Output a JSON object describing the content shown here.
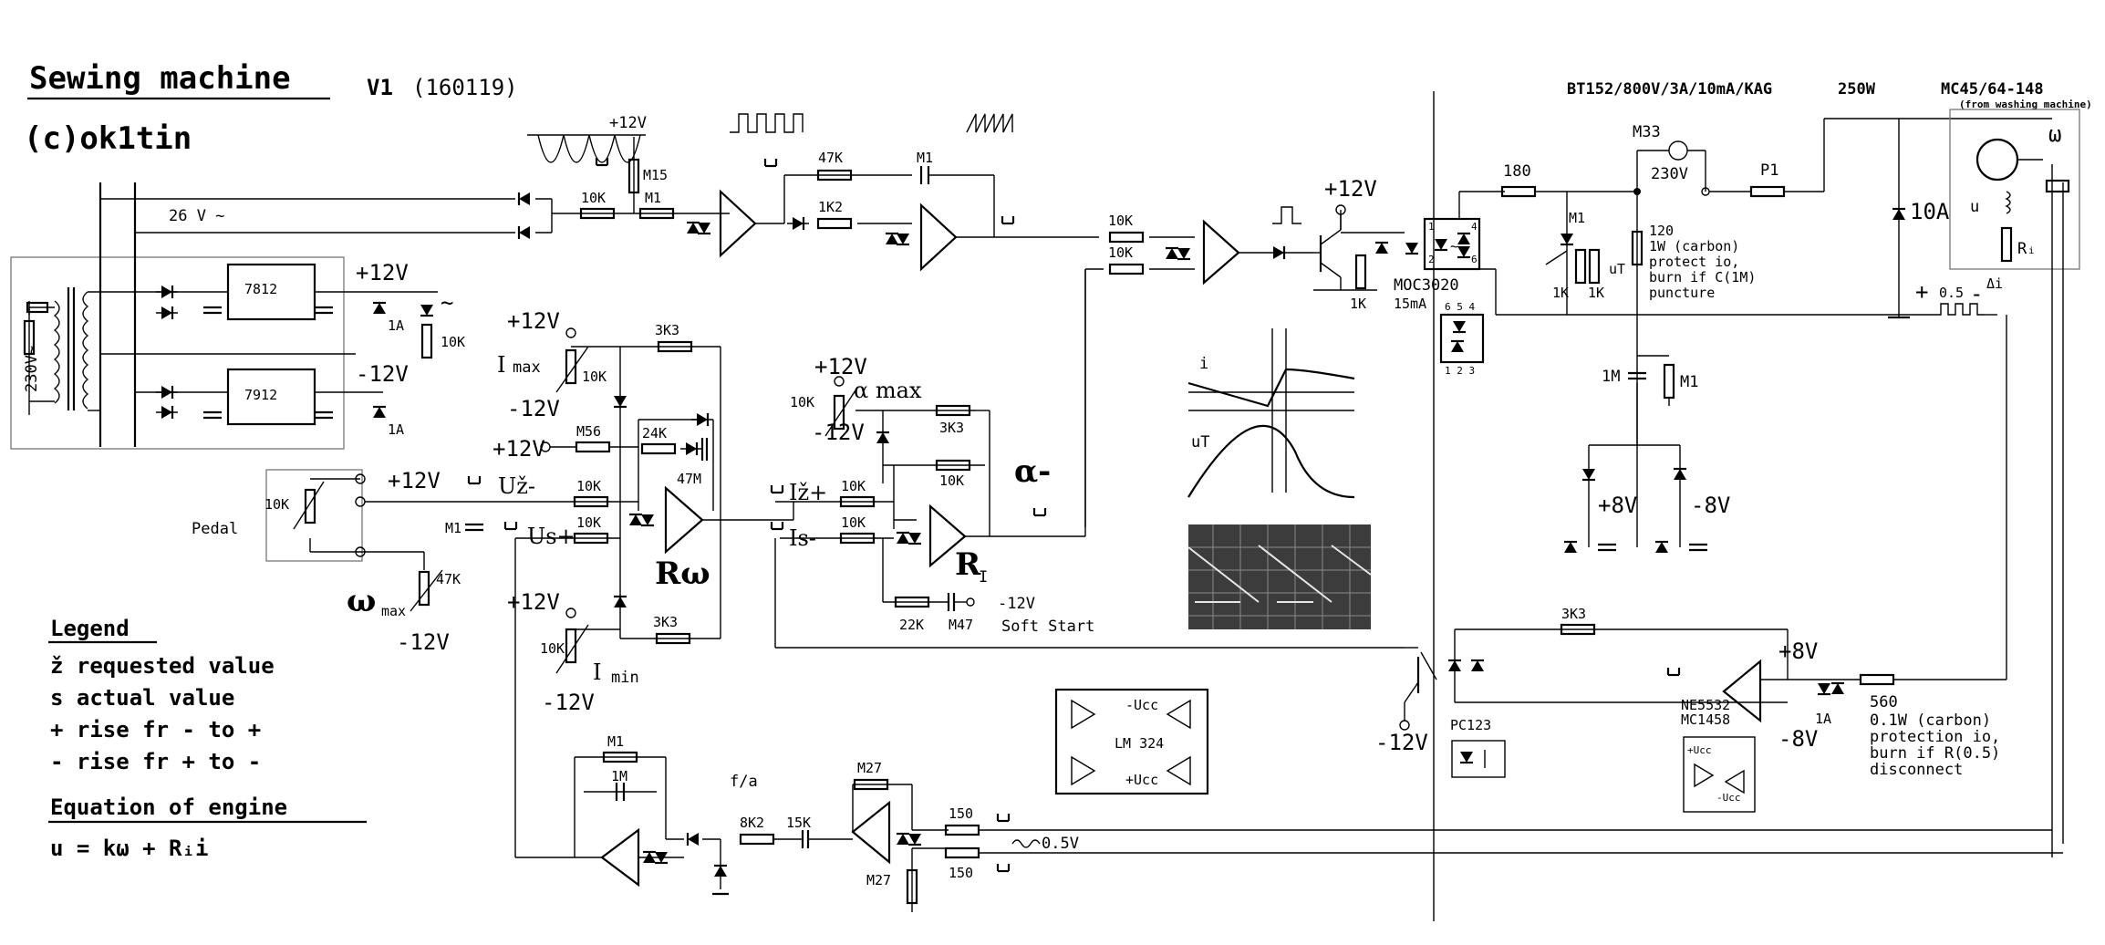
{
  "title": {
    "name": "Sewing machine",
    "version": "V1",
    "date": "(160119)",
    "author": "(c)ok1tin"
  },
  "header_right": {
    "thyristor": "BT152/800V/3A/10mA/KAG",
    "power": "250W",
    "motor": "MC45/64-148",
    "motor_note": "(from washing machine)"
  },
  "legend": {
    "title": "Legend",
    "items": [
      "ž requested value",
      "s actual value",
      "+ rise fr - to +",
      "- rise fr + to -"
    ],
    "equation_title": "Equation of engine",
    "equation": "u = kω + Rᵢi"
  },
  "labels": {
    "supply_ac": "26 V ~",
    "mains": "230V~",
    "mains2": "230V",
    "reg_pos": "7812",
    "reg_neg": "7912",
    "p12": "+12V",
    "m12": "-12V",
    "fuse1a": "1A",
    "r10k": "10K",
    "tilde": "~",
    "pedal": "Pedal",
    "i_max": "I",
    "i_max_sub": "max",
    "i_min": "I",
    "i_min_sub": "min",
    "uz": "Už-",
    "us": "Us+",
    "iz": "Iž+",
    "is": "Is-",
    "r_omega": "Rω",
    "r_i": "R",
    "r_i_sub": "I",
    "alpha_max": "α max",
    "alpha_minus": "α-",
    "omega_max": "ω",
    "omega_max_sub": "max",
    "soft_start": "Soft Start",
    "m47": "M47",
    "r22k": "22K",
    "r3k3": "3K3",
    "r24k": "24K",
    "r47m": "47M",
    "m56": "M56",
    "m15": "M15",
    "m1": "M1",
    "r47k": "47K",
    "r1k2": "1K2",
    "r1k": "1K",
    "r180": "180",
    "m33": "M33",
    "p1": "P1",
    "r120_note": [
      "120",
      "1W (carbon)",
      "protect io,",
      "burn if C(1M)",
      "puncture"
    ],
    "moc": "MOC3020",
    "moc_current": "15mA",
    "r10a": "10A",
    "shunt": "0.5",
    "u_t": "uT",
    "u": "u",
    "ri": "Rᵢ",
    "delta_i": "Δi",
    "c1m": "1M",
    "p8v": "+8V",
    "m8v": "-8V",
    "r560": "560",
    "r560_note": [
      "0.1W (carbon)",
      "protection io,",
      "burn if R(0.5)",
      "disconnect"
    ],
    "pc123": "PC123",
    "ne5532": "NE5532",
    "mc1458": "MC1458",
    "lm324": "LM 324",
    "ucc_m": "-Ucc",
    "ucc_p": "+Ucc",
    "fa": "f/a",
    "r8k2": "8K2",
    "r15k": "15K",
    "m27": "M27",
    "r150": "150",
    "v05": "0.5V",
    "scope_i": "i",
    "scope_ut": "uT",
    "pin_labels": [
      "6 5 4",
      "1 2 3"
    ]
  }
}
